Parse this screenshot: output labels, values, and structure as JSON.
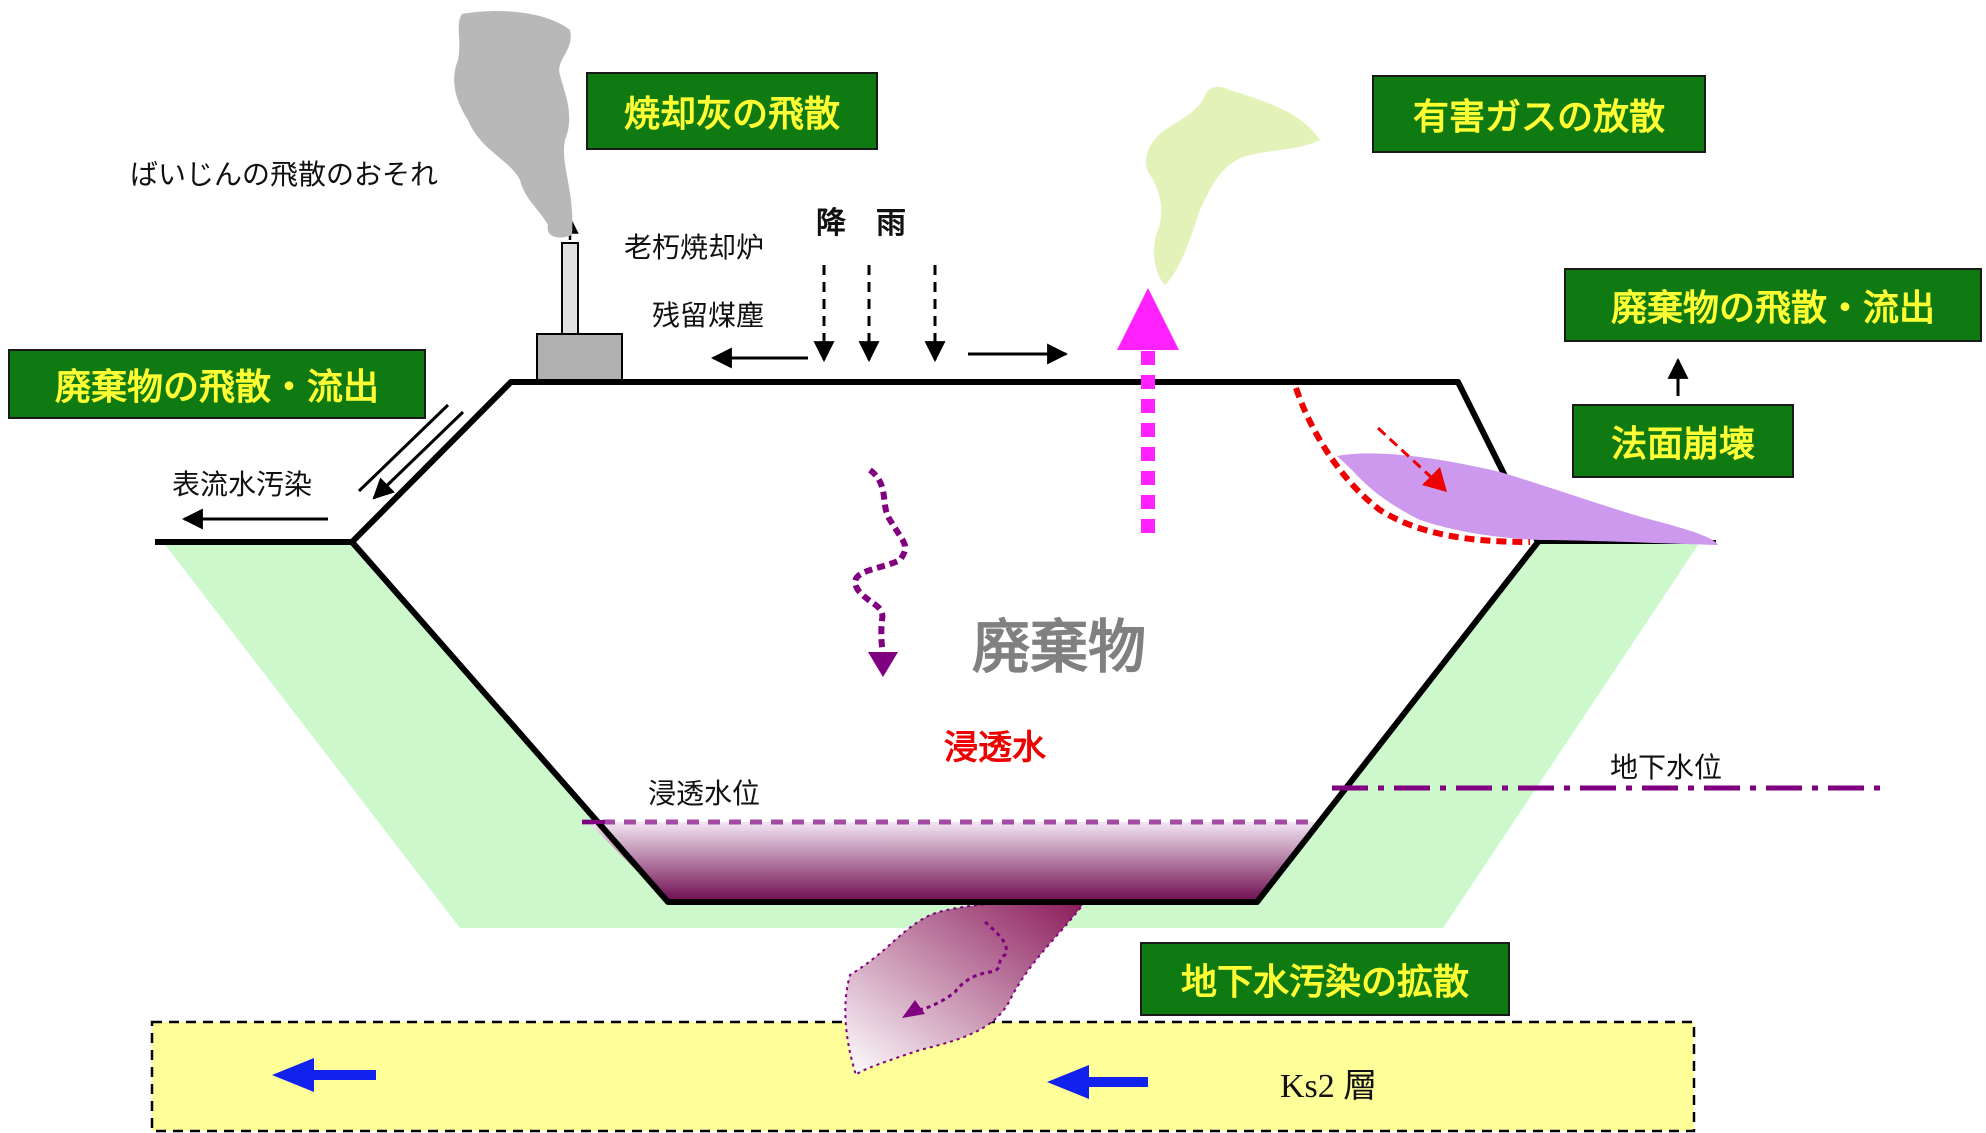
{
  "boxes": {
    "ash_scatter": "焼却灰の飛散",
    "toxic_gas": "有害ガスの放散",
    "waste_scatter_right": "廃棄物の飛散・流出",
    "waste_scatter_left": "廃棄物の飛散・流出",
    "slope_collapse": "法面崩壊",
    "groundwater_spread": "地下水汚染の拡散"
  },
  "labels": {
    "dust_risk": "ばいじんの飛散のおそれ",
    "old_incinerator": "老朽焼却炉",
    "residual_soot": "残留煤塵",
    "rain": "降　雨",
    "surface_water": "表流水汚染",
    "waste": "廃棄物",
    "leachate": "浸透水",
    "leachate_level": "浸透水位",
    "groundwater_level": "地下水位",
    "layer": "Ks2 層"
  },
  "colors": {
    "box_fill": "#0f7a12",
    "box_text": "#ffff33",
    "ground": "#ccf8cc",
    "layer_fill": "#ffff99",
    "gas": "#e2f2b8",
    "smoke": "#b8b8b8",
    "magenta": "#ff22ff",
    "purple": "#800080",
    "red": "#ee0000",
    "blue": "#1122ee",
    "slide": "#cc99ee"
  }
}
